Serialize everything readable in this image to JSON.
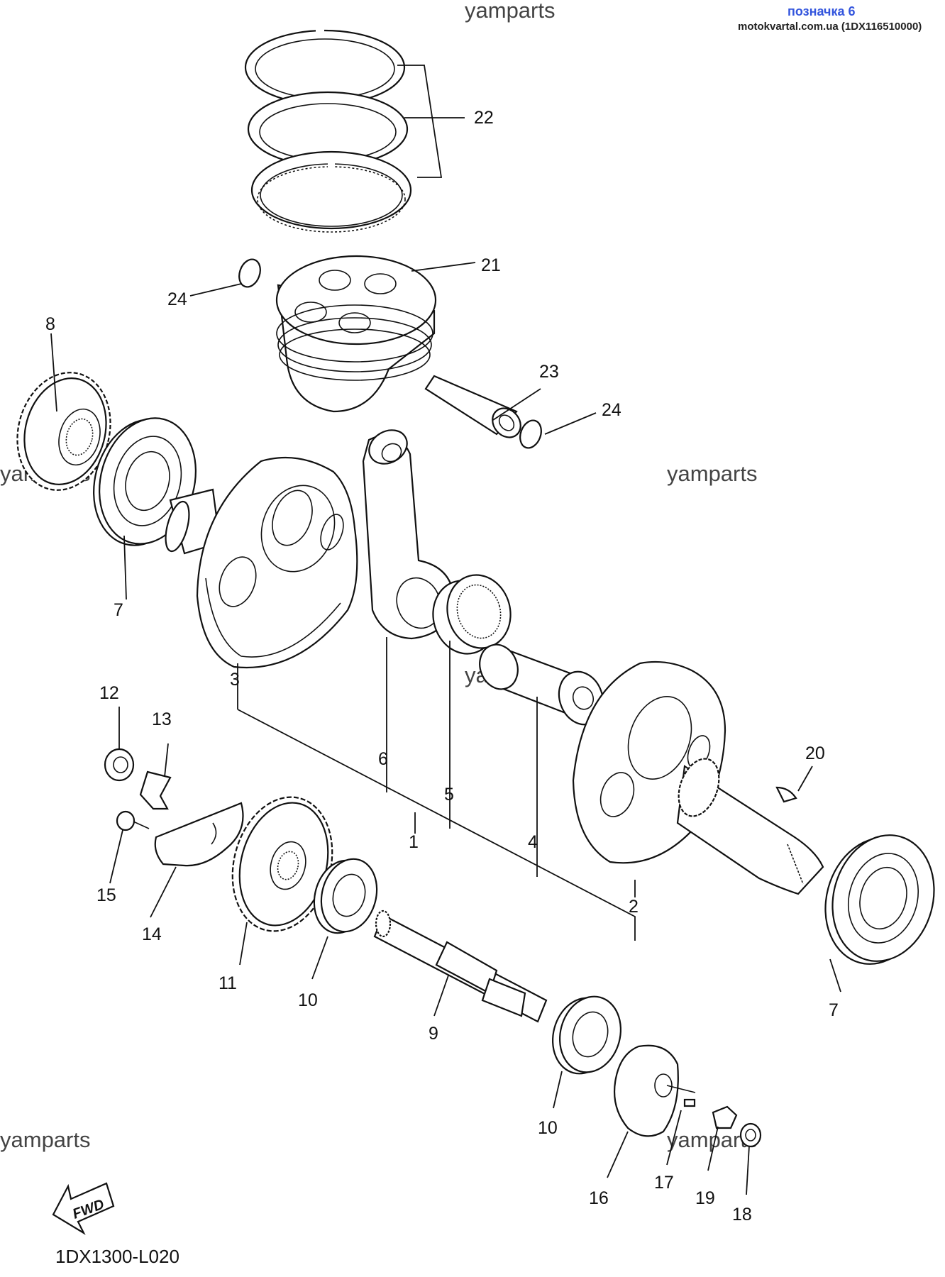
{
  "header": {
    "title": "позначка 6",
    "source": "motokvartal.com.ua (1DX116510000)"
  },
  "watermarks": [
    "yamparts",
    "yamparts",
    "yamparts",
    "yamparts",
    "yamparts",
    "yamparts"
  ],
  "fwd_label": "FWD",
  "diagram_code": "1DX1300-L020",
  "callouts": [
    "22",
    "21",
    "24",
    "8",
    "23",
    "24",
    "7",
    "3",
    "12",
    "13",
    "6",
    "5",
    "20",
    "1",
    "4",
    "15",
    "2",
    "14",
    "11",
    "10",
    "7",
    "9",
    "10",
    "16",
    "17",
    "19",
    "18"
  ]
}
